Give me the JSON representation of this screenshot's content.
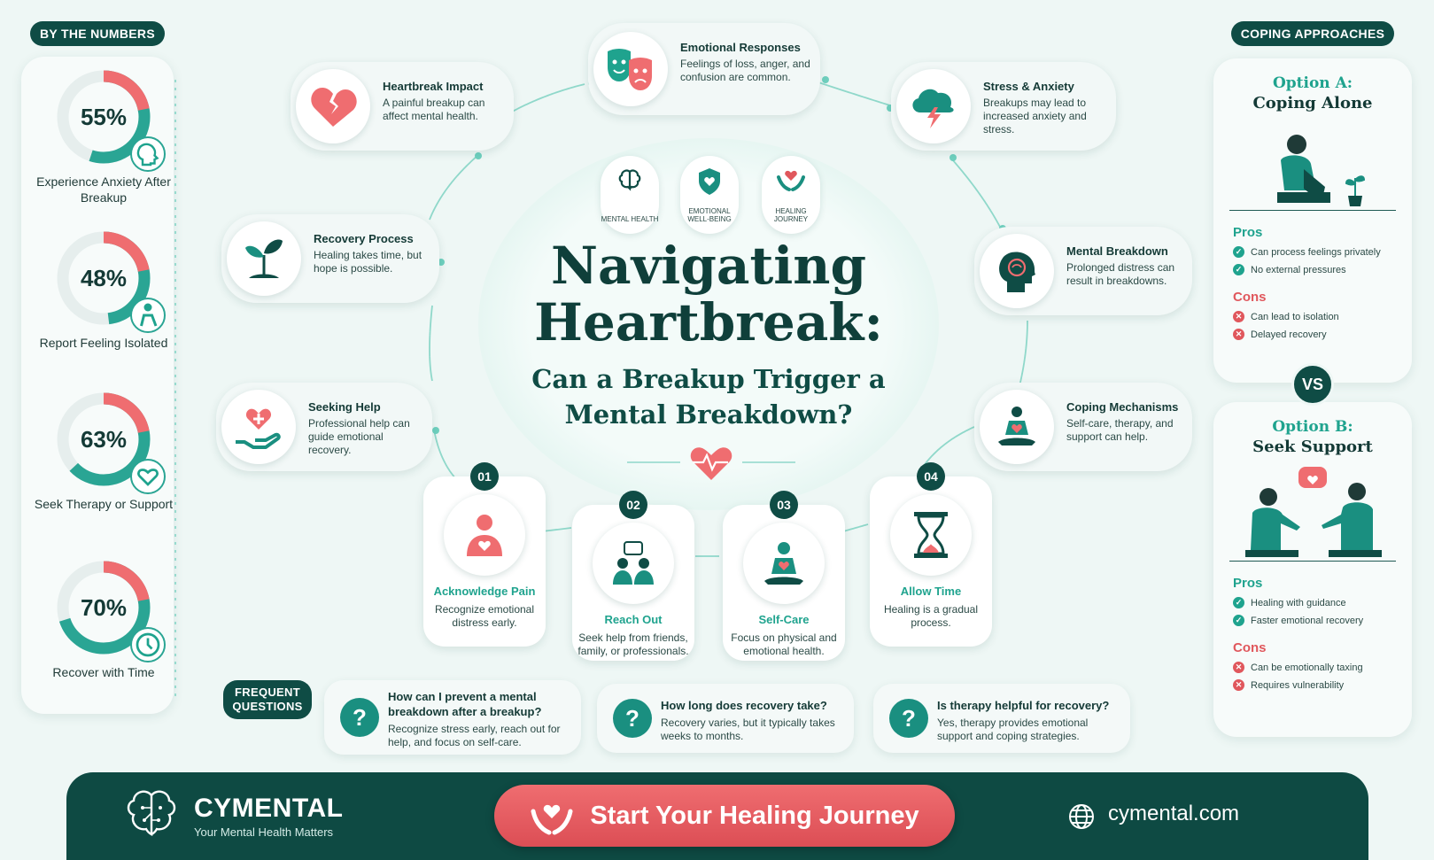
{
  "stats": {
    "label": "BY THE NUMBERS",
    "items": [
      {
        "value": 55,
        "display": "55%",
        "label": "Experience Anxiety After Breakup"
      },
      {
        "value": 48,
        "display": "48%",
        "label": "Report Feeling Isolated"
      },
      {
        "value": 63,
        "display": "63%",
        "label": "Seek Therapy or Support"
      },
      {
        "value": 70,
        "display": "70%",
        "label": "Recover with Time"
      }
    ]
  },
  "center": {
    "badges": [
      "MENTAL HEALTH",
      "EMOTIONAL WELL-BEING",
      "HEALING JOURNEY"
    ],
    "title": "Navigating Heartbreak:",
    "subtitle": "Can a Breakup Trigger a Mental Breakdown?"
  },
  "nodes": {
    "heartbreak": {
      "title": "Heartbreak Impact",
      "text": "A painful breakup can affect mental health."
    },
    "emotional": {
      "title": "Emotional Responses",
      "text": "Feelings of loss, anger, and confusion are common."
    },
    "stress": {
      "title": "Stress & Anxiety",
      "text": "Breakups may lead to increased anxiety and stress."
    },
    "recovery": {
      "title": "Recovery Process",
      "text": "Healing takes time, but hope is possible."
    },
    "breakdown": {
      "title": "Mental Breakdown",
      "text": "Prolonged distress can result in breakdowns."
    },
    "help": {
      "title": "Seeking Help",
      "text": "Professional help can guide emotional recovery."
    },
    "coping": {
      "title": "Coping Mechanisms",
      "text": "Self-care, therapy, and support can help."
    }
  },
  "steps": [
    {
      "num": "01",
      "title": "Acknowledge Pain",
      "text": "Recognize emotional distress early."
    },
    {
      "num": "02",
      "title": "Reach Out",
      "text": "Seek help from friends, family, or professionals."
    },
    {
      "num": "03",
      "title": "Self-Care",
      "text": "Focus on physical and emotional health."
    },
    {
      "num": "04",
      "title": "Allow Time",
      "text": "Healing is a gradual process."
    }
  ],
  "faq": {
    "label": "FREQUENT QUESTIONS",
    "items": [
      {
        "q": "How can I prevent a mental breakdown after a breakup?",
        "a": "Recognize stress early, reach out for help, and focus on self-care."
      },
      {
        "q": "How long does recovery take?",
        "a": "Recovery varies, but it typically takes weeks to months."
      },
      {
        "q": "Is therapy helpful for recovery?",
        "a": "Yes, therapy provides emotional support and coping strategies."
      }
    ]
  },
  "coping": {
    "label": "COPING APPROACHES",
    "vs": "VS",
    "pros_label": "Pros",
    "cons_label": "Cons",
    "a": {
      "kicker": "Option A:",
      "name": "Coping Alone",
      "pros": [
        "Can process feelings privately",
        "No external pressures"
      ],
      "cons": [
        "Can lead to isolation",
        "Delayed recovery"
      ]
    },
    "b": {
      "kicker": "Option B:",
      "name": "Seek Support",
      "pros": [
        "Healing with guidance",
        "Faster emotional recovery"
      ],
      "cons": [
        "Can be emotionally taxing",
        "Requires vulnerability"
      ]
    }
  },
  "footer": {
    "brand": "CYMENTAL",
    "tagline": "Your Mental Health Matters",
    "cta": "Start Your Healing Journey",
    "website": "cymental.com"
  },
  "colors": {
    "dark_teal": "#0f4c45",
    "teal": "#1fa38e",
    "coral": "#e0575c",
    "background": "#eef7f5"
  }
}
